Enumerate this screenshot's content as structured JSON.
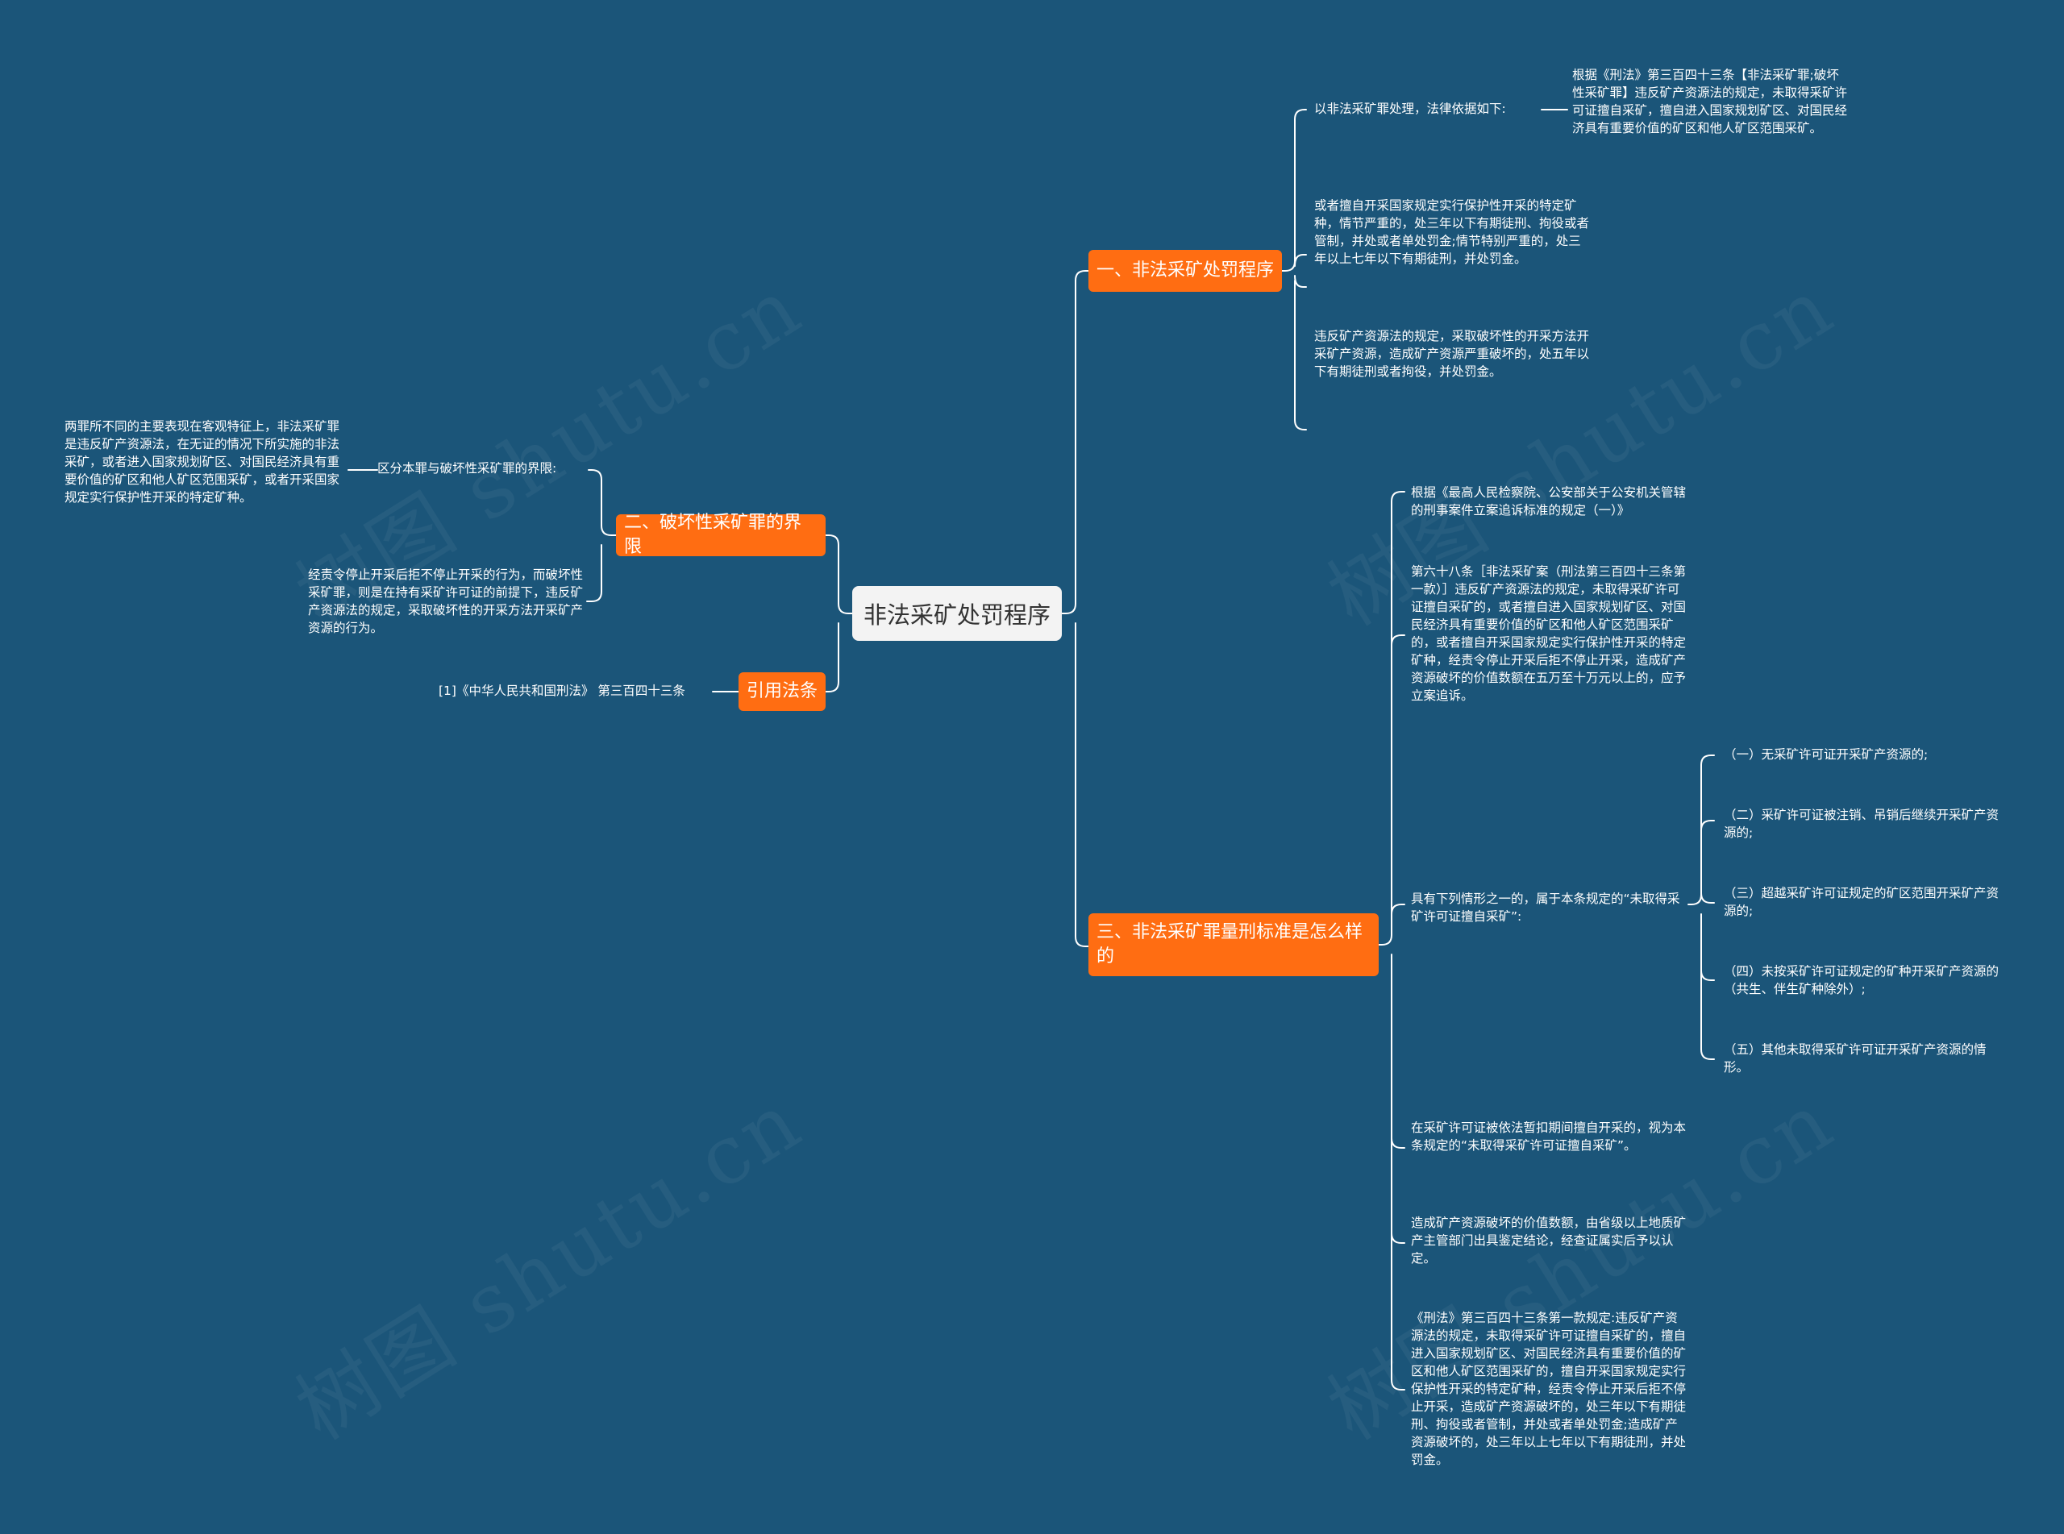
{
  "watermark": "树图 shutu.cn",
  "colors": {
    "background": "#1b5579",
    "branch": "#ff6d12",
    "root": "#f3f3f3",
    "line": "#ffffff"
  },
  "root": {
    "label": "非法采矿处罚程序"
  },
  "left": {
    "boundary": {
      "label": "二、破坏性采矿罪的界限",
      "distinguish_label": "区分本罪与破坏性采矿罪的界限:",
      "distinguish_detail": "两罪所不同的主要表现在客观特征上，非法采矿罪是违反矿产资源法，在无证的情况下所实施的非法采矿，或者进入国家规划矿区、对国民经济具有重要价值的矿区和他人矿区范围采矿，或者开采国家规定实行保护性开采的特定矿种。",
      "note": "经责令停止开采后拒不停止开采的行为，而破坏性采矿罪，则是在持有采矿许可证的前提下，违反矿产资源法的规定，采取破坏性的开采方法开采矿产资源的行为。"
    },
    "cite": {
      "label": "引用法条",
      "item": "[1]《中华人民共和国刑法》 第三百四十三条"
    }
  },
  "right": {
    "procedure": {
      "label": "一、非法采矿处罚程序",
      "basis_label": "以非法采矿罪处理，法律依据如下:",
      "basis_detail": "根据《刑法》第三百四十三条【非法采矿罪;破坏性采矿罪】违反矿产资源法的规定，未取得采矿许可证擅自采矿，擅自进入国家规划矿区、对国民经济具有重要价值的矿区和他人矿区范围采矿。",
      "item2": "或者擅自开采国家规定实行保护性开采的特定矿种，情节严重的，处三年以下有期徒刑、拘役或者管制，并处或者单处罚金;情节特别严重的，处三年以上七年以下有期徒刑，并处罚金。",
      "item3": "违反矿产资源法的规定，采取破坏性的开采方法开采矿产资源，造成矿产资源严重破坏的，处五年以下有期徒刑或者拘役，并处罚金。"
    },
    "sentencing": {
      "label": "三、非法采矿罪量刑标准是怎么样的",
      "item1": "根据《最高人民检察院、公安部关于公安机关管辖的刑事案件立案追诉标准的规定（一）》",
      "item2": "第六十八条［非法采矿案（刑法第三百四十三条第一款）］违反矿产资源法的规定，未取得采矿许可证擅自采矿的，或者擅自进入国家规划矿区、对国民经济具有重要价值的矿区和他人矿区范围采矿的，或者擅自开采国家规定实行保护性开采的特定矿种，经责令停止开采后拒不停止开采，造成矿产资源破坏的价值数额在五万至十万元以上的，应予立案追诉。",
      "item3": "具有下列情形之一的，属于本条规定的“未取得采矿许可证擅自采矿”:",
      "cases": [
        "（一）无采矿许可证开采矿产资源的;",
        "（二）采矿许可证被注销、吊销后继续开采矿产资源的;",
        "（三）超越采矿许可证规定的矿区范围开采矿产资源的;",
        "（四）未按采矿许可证规定的矿种开采矿产资源的（共生、伴生矿种除外）;",
        "（五）其他未取得采矿许可证开采矿产资源的情形。"
      ],
      "item4": "在采矿许可证被依法暂扣期间擅自开采的，视为本条规定的“未取得采矿许可证擅自采矿”。",
      "item5": "造成矿产资源破坏的价值数额，由省级以上地质矿产主管部门出具鉴定结论，经查证属实后予以认定。",
      "item6": "《刑法》第三百四十三条第一款规定:违反矿产资源法的规定，未取得采矿许可证擅自采矿的，擅自进入国家规划矿区、对国民经济具有重要价值的矿区和他人矿区范围采矿的，擅自开采国家规定实行保护性开采的特定矿种，经责令停止开采后拒不停止开采，造成矿产资源破坏的，处三年以下有期徒刑、拘役或者管制，并处或者单处罚金;造成矿产资源破坏的，处三年以上七年以下有期徒刑，并处罚金。"
    }
  }
}
